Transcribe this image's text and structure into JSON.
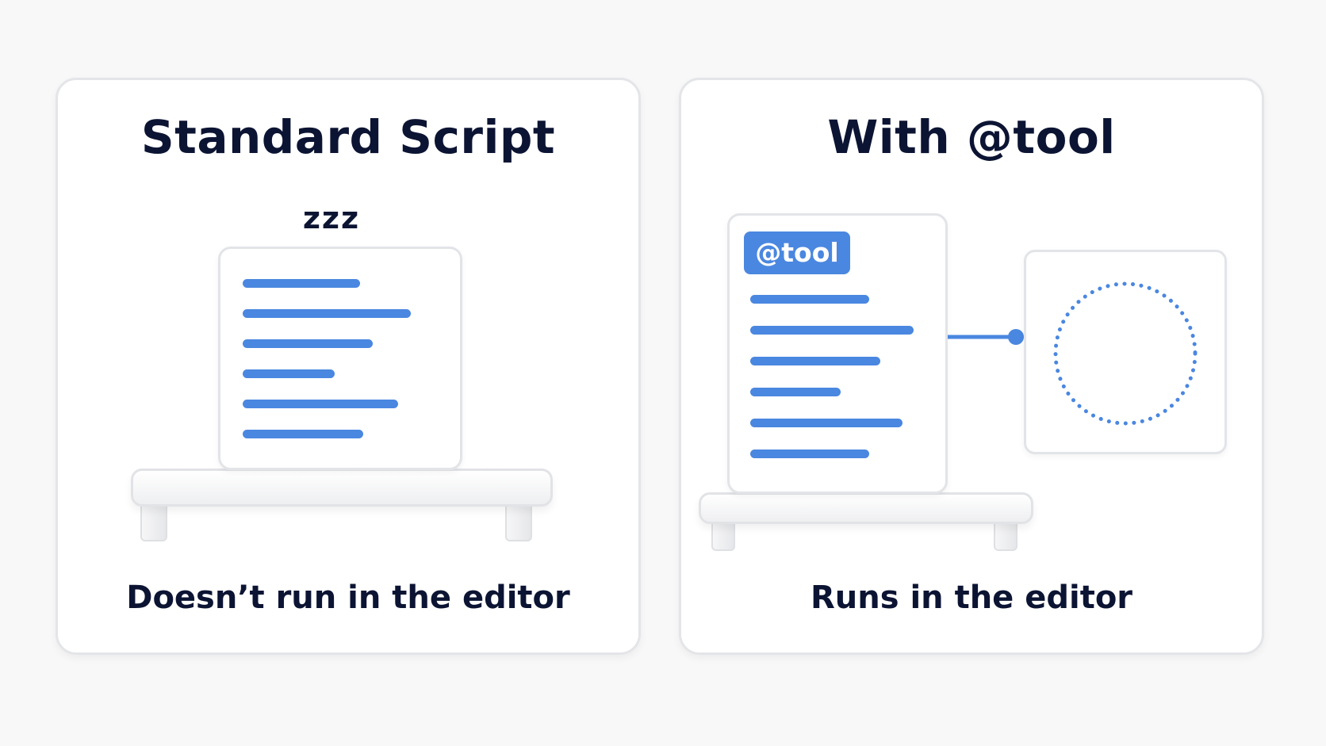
{
  "left_panel": {
    "title": "Standard Script",
    "sleep_label": "zzz",
    "caption": "Doesn’t run in the editor",
    "doc_line_count": 6
  },
  "right_panel": {
    "title": "With @tool",
    "tag_label": "@tool",
    "caption": "Runs in the editor",
    "doc_line_count": 6
  },
  "colors": {
    "accent": "#4a87e0",
    "text": "#0c1433",
    "card_border": "#e2e4e8",
    "background": "#f8f8f9"
  },
  "icons": {
    "left_doc": "script-document-icon",
    "right_doc": "tool-script-document-icon",
    "preview": "running-loader-icon",
    "shelf": "shelf-icon"
  }
}
